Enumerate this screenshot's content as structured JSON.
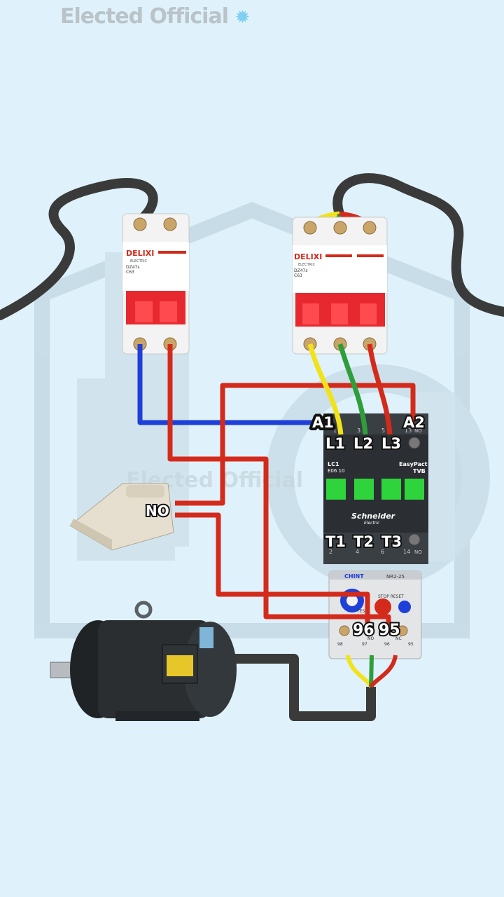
{
  "watermark": {
    "brand": "Elected Official",
    "badge_icon": "gear-badge-icon",
    "center_text": "Elected Official"
  },
  "breaker_single": {
    "brand": "DELIXI",
    "sub": "ELECTRIC",
    "model": "DZ47s",
    "rating": "C63"
  },
  "breaker_triple": {
    "brand": "DELIXI",
    "sub": "ELECTRIC",
    "model": "DZ47s",
    "rating": "C63"
  },
  "contactor": {
    "model_line1": "LC1",
    "model_line2": "E06 10",
    "series_line1": "EasyPact",
    "series_line2": "TVB",
    "brand": "Schneider",
    "brand_sub": "Electric",
    "labels": {
      "a1": "A1",
      "a2": "A2",
      "l1": "L1",
      "l2": "L2",
      "l3": "L3",
      "t1": "T1",
      "t2": "T2",
      "t3": "T3"
    },
    "small_top": [
      "1",
      "3",
      "5",
      "13",
      "NO"
    ],
    "small_bottom": [
      "2",
      "4",
      "6",
      "14",
      "NO"
    ]
  },
  "relay": {
    "brand": "CHINT",
    "model": "NR2-25",
    "stop_reset": "STOP  RESET",
    "test": "TEST",
    "nc_label": "NC",
    "no_label": "NO",
    "labels": {
      "t96": "96",
      "t95": "95"
    },
    "small_bottom": [
      "98",
      "97",
      "96",
      "95"
    ]
  },
  "footswitch": {
    "label": "NO"
  },
  "colors": {
    "background": "#dff2fb",
    "red": "#d42a1b",
    "blue": "#1e3fd8",
    "yellow": "#f2e21c",
    "green": "#2f9e3a",
    "cable": "#3a3a3a"
  }
}
